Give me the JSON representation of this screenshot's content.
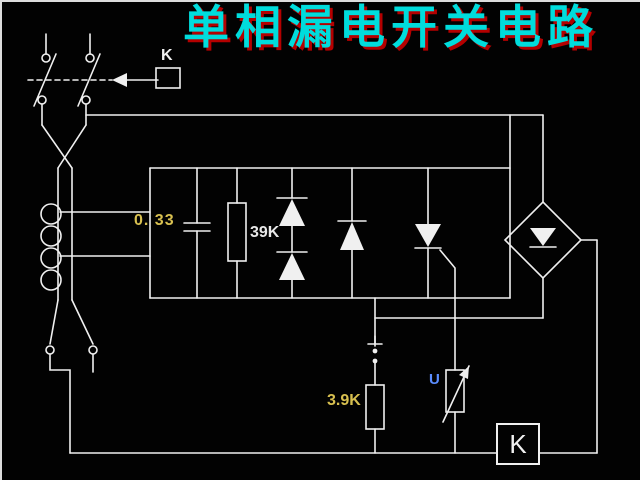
{
  "title": "单相漏电开关电路",
  "labels": {
    "switch_k": "K",
    "capacitor": "0. 33",
    "resistor_39k": "39K",
    "resistor_3k9": "3.9K",
    "varistor_u": "U",
    "relay_k": "K"
  },
  "colors": {
    "background": "#020202",
    "wire": "#f0f0f0",
    "title_text": "#00dcdc",
    "title_shadow": "#b40000",
    "label_yellow": "#d8c050",
    "label_blue": "#5b8dff",
    "label_white": "#e8e8e8"
  },
  "diagram": {
    "type": "circuit-schematic",
    "components": [
      "double-pole-main-switch",
      "trip-linkage-K",
      "zero-sequence-current-transformer",
      "capacitor-0.33",
      "resistor-39K",
      "diode-pair",
      "diode",
      "thyristor",
      "bridge-rectifier-diode",
      "push-button",
      "resistor-3.9K",
      "varistor-U",
      "relay-coil-K"
    ]
  }
}
